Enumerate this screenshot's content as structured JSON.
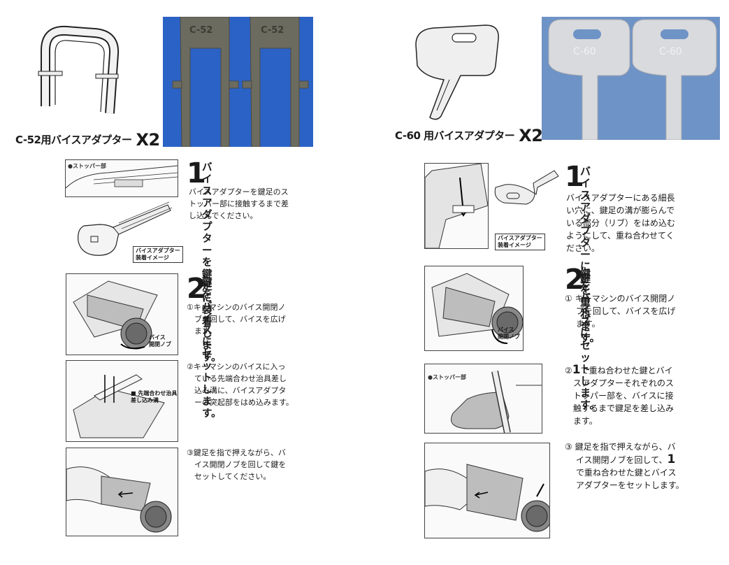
{
  "left": {
    "caption": "C-52用バイスアダプター",
    "caption_mult": "X2",
    "photo_marks": [
      "C-52",
      "C-52"
    ],
    "step1": {
      "num": "1",
      "heading": "バイスアダプターを\n鍵足に装着します。",
      "body": "バイスアダプターを鍵足のス\nトッパー部に接触するまで差\nし込んでください。",
      "label_stopper": "●ストッパー部",
      "label_image": "バイスアダプター\n装着イメージ"
    },
    "step2": {
      "num": "2",
      "heading": "鍵をバイスにセット\nします。",
      "sub1": "①キーマシンのバイス開閉ノ\n　ブを回して、バイスを広げ\n　ます。",
      "label_knob": "バイス\n開閉ノブ",
      "sub2": "②キーマシンのバイスに入っ\n　ている先端合わせ治具差し\n　込み溝に、バイスアダプタ\n　ーの突起部をはめ込みます。",
      "label_groove": "■ 先端合わせ治具\n差し込み溝",
      "sub3": "③鍵足を指で押えながら、バ\n　イス開閉ノブを回して鍵を\n　セットしてください。"
    }
  },
  "right": {
    "caption": "C-60 用バイスアダプター",
    "caption_mult": "X2",
    "photo_marks": [
      "C-60",
      "C-60"
    ],
    "step1": {
      "num": "1",
      "heading": "バイスアダプターに\n鍵を重ねます。",
      "body": "バイスアダプターにある細長\nい穴に、鍵足の溝が膨らんで\nいる部分（リブ）をはめ込む\nようにして、重ね合わせてく\nださい。",
      "label_image": "バイスアダプター\n装着イメージ"
    },
    "step2": {
      "num": "2",
      "heading": "鍵をバイスにセット\nします。",
      "sub1": "① キーマシンのバイス開閉ノ\n　 ブを回して、バイスを広げ\n　 ます。",
      "label_knob": "バイス\n開閉ノブ",
      "sub2_prefix": "②",
      "sub2_num": "1",
      "sub2_rest": "で重ね合わせた鍵とバイ\n　スアダプターそれぞれのス\n　トッパー部を、バイスに接\n　触するまで鍵足を差し込み\n　ます。",
      "label_stopper": "●ストッパー部",
      "sub3_a": "③ 鍵足を指で押えながら、バ\n　 イス開閉ノブを回して、",
      "sub3_num": "1",
      "sub3_b": "\n　 で重ね合わせた鍵とバイス\n　 アダプターをセットします。"
    }
  },
  "colors": {
    "photo_left_bg": "#2b62c6",
    "photo_right_bg": "#6e93c6",
    "metal_dark": "#6c6b60",
    "metal_light": "#d9dadd"
  }
}
